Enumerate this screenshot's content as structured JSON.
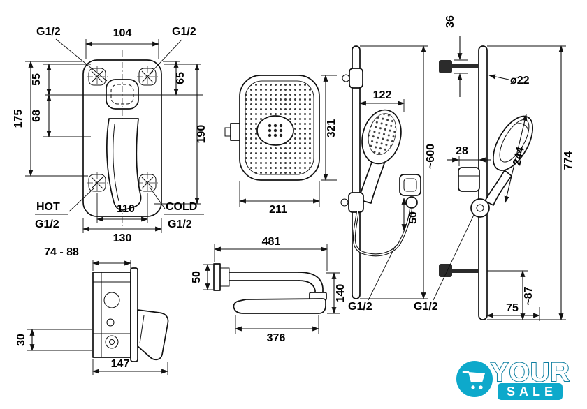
{
  "colors": {
    "ink": "#111111",
    "teal": "#0da9cb",
    "teal_dark": "#0b7ea0"
  },
  "mixer_front": {
    "thread_top_left": "G1/2",
    "thread_top_right": "G1/2",
    "dim_top_width": "104",
    "dim_55": "55",
    "dim_68": "68",
    "dim_175": "175",
    "dim_65": "65",
    "dim_190": "190",
    "dim_110": "110",
    "dim_130": "130",
    "hot_label": "HOT",
    "hot_thread": "G1/2",
    "cold_label": "COLD",
    "cold_thread": "G1/2"
  },
  "mixer_side": {
    "dim_depth_range": "74 - 88",
    "dim_30": "30",
    "dim_147": "147"
  },
  "overhead_shower_front": {
    "dim_width": "211",
    "dim_height": "321"
  },
  "overhead_shower_side": {
    "dim_arm_total": "481",
    "dim_flange": "50",
    "dim_drop": "140",
    "dim_head": "376"
  },
  "hand_shower_rail": {
    "dim_offset": "122",
    "dim_length": "~600",
    "dim_50": "50",
    "thread": "G1/2"
  },
  "slide_bar": {
    "dim_36": "36",
    "dim_diameter": "ø22",
    "dim_28": "28",
    "dim_handshower": "244",
    "dim_total": "774",
    "dim_87": "~87",
    "dim_75": "75",
    "thread": "G1/2"
  },
  "logo": {
    "word_top": "YOUR",
    "word_bottom": "SALE"
  }
}
